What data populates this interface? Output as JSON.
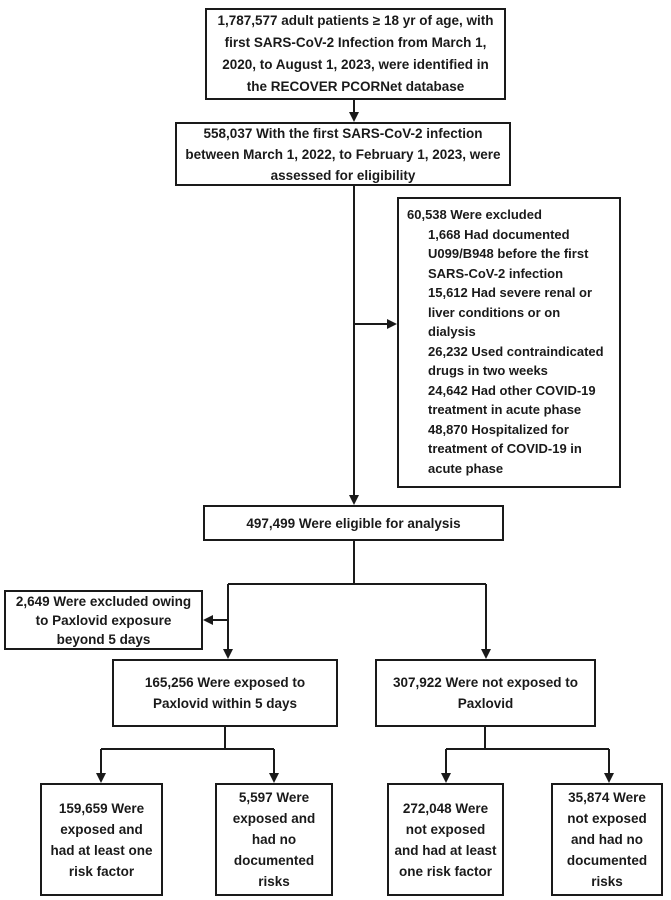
{
  "colors": {
    "border": "#1a1a1a",
    "text": "#1a1a1a",
    "background": "#ffffff"
  },
  "flow": {
    "identified": {
      "text": "1,787,577 adult patients ≥ 18 yr of age, with first SARS-CoV-2 Infection from March 1, 2020, to August 1, 2023, were identified in the RECOVER PCORNet database"
    },
    "assessed": {
      "text": "558,037 With the first SARS-CoV-2 infection between March 1, 2022, to February 1, 2023, were assessed for eligibility"
    },
    "exclusion": {
      "title": "60,538 Were excluded",
      "items": [
        "1,668 Had documented U099/B948 before the first SARS-CoV-2 infection",
        "15,612 Had severe renal or liver conditions or on dialysis",
        "26,232 Used contraindicated drugs in two weeks",
        "24,642 Had other COVID-19 treatment in acute phase",
        "48,870 Hospitalized for treatment of COVID-19 in acute phase"
      ]
    },
    "eligible": {
      "text": "497,499 Were eligible for analysis"
    },
    "excluded_paxlovid": {
      "text": "2,649 Were excluded owing to Paxlovid exposure beyond 5 days"
    },
    "exposed": {
      "text": "165,256 Were exposed to Paxlovid within 5 days"
    },
    "not_exposed": {
      "text": "307,922 Were not exposed to Paxlovid"
    },
    "exposed_risk": {
      "text": "159,659 Were exposed and had at least one risk factor"
    },
    "exposed_no_risk": {
      "text": "5,597 Were exposed and had no documented risks"
    },
    "not_exposed_risk": {
      "text": "272,048 Were not exposed and had at least one risk factor"
    },
    "not_exposed_no_risk": {
      "text": "35,874 Were not exposed and had no documented risks"
    }
  }
}
